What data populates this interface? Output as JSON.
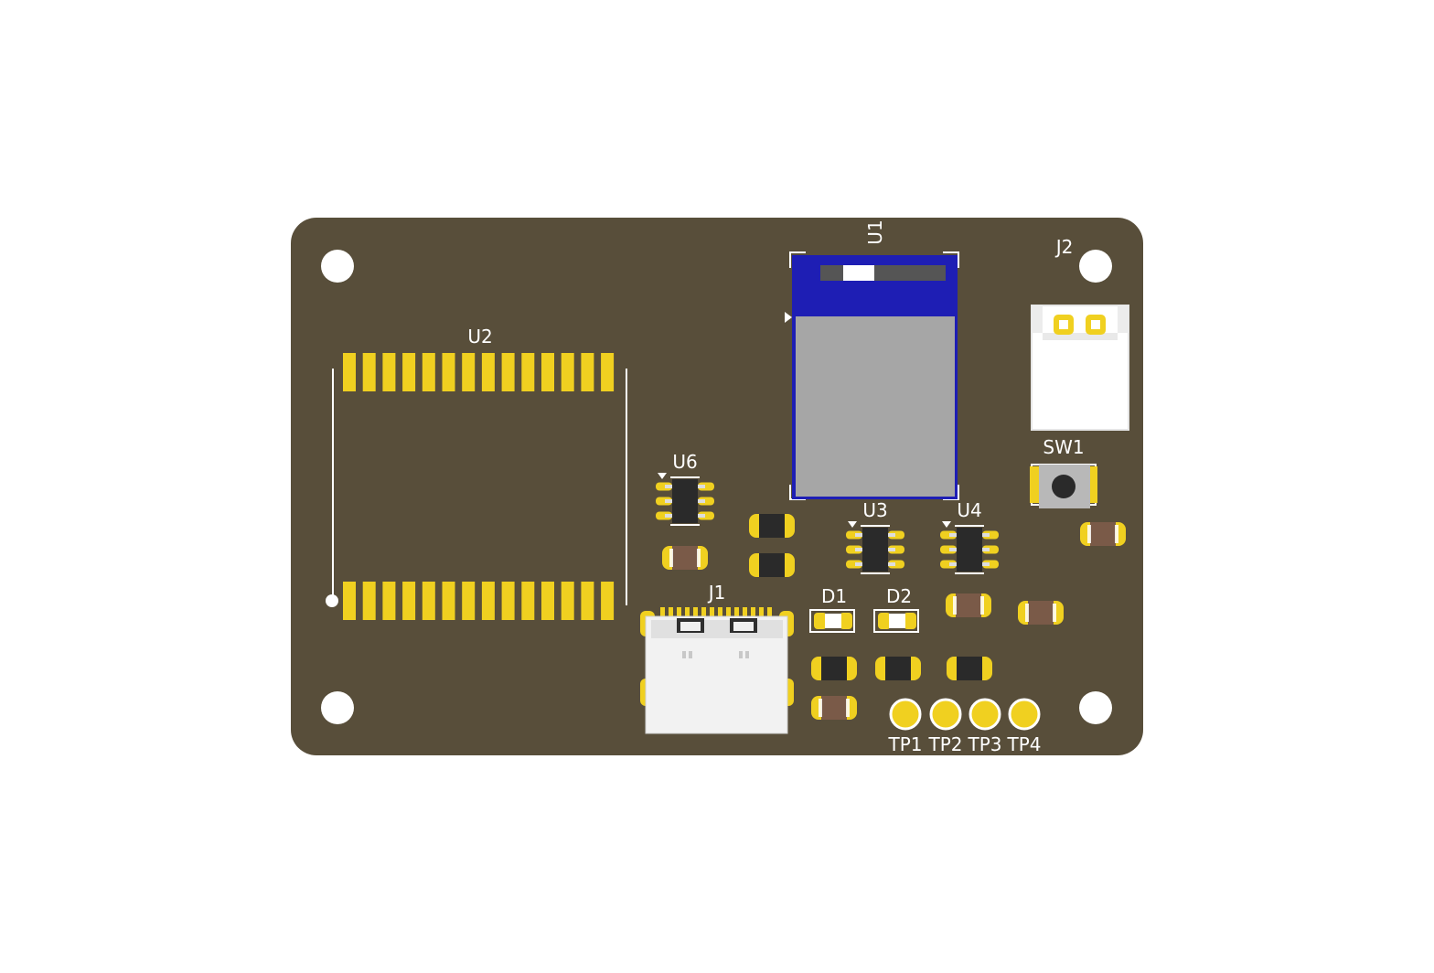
{
  "board": {
    "color": "#584e3a",
    "silkscreen_color": "#ffffff",
    "pad_color": "#f0d020",
    "mask_component_color": "#2a2a2a",
    "capacitor_body_color": "#7a5a48"
  },
  "components": {
    "U1": "U1",
    "U2": "U2",
    "U3": "U3",
    "U4": "U4",
    "U6": "U6",
    "J1": "J1",
    "J2": "J2",
    "SW1": "SW1",
    "D1": "D1",
    "D2": "D2"
  },
  "test_points": [
    "TP1",
    "TP2",
    "TP3",
    "TP4"
  ],
  "module": {
    "shield_color": "#a6a6a6",
    "pcb_color": "#1e1eb4"
  }
}
